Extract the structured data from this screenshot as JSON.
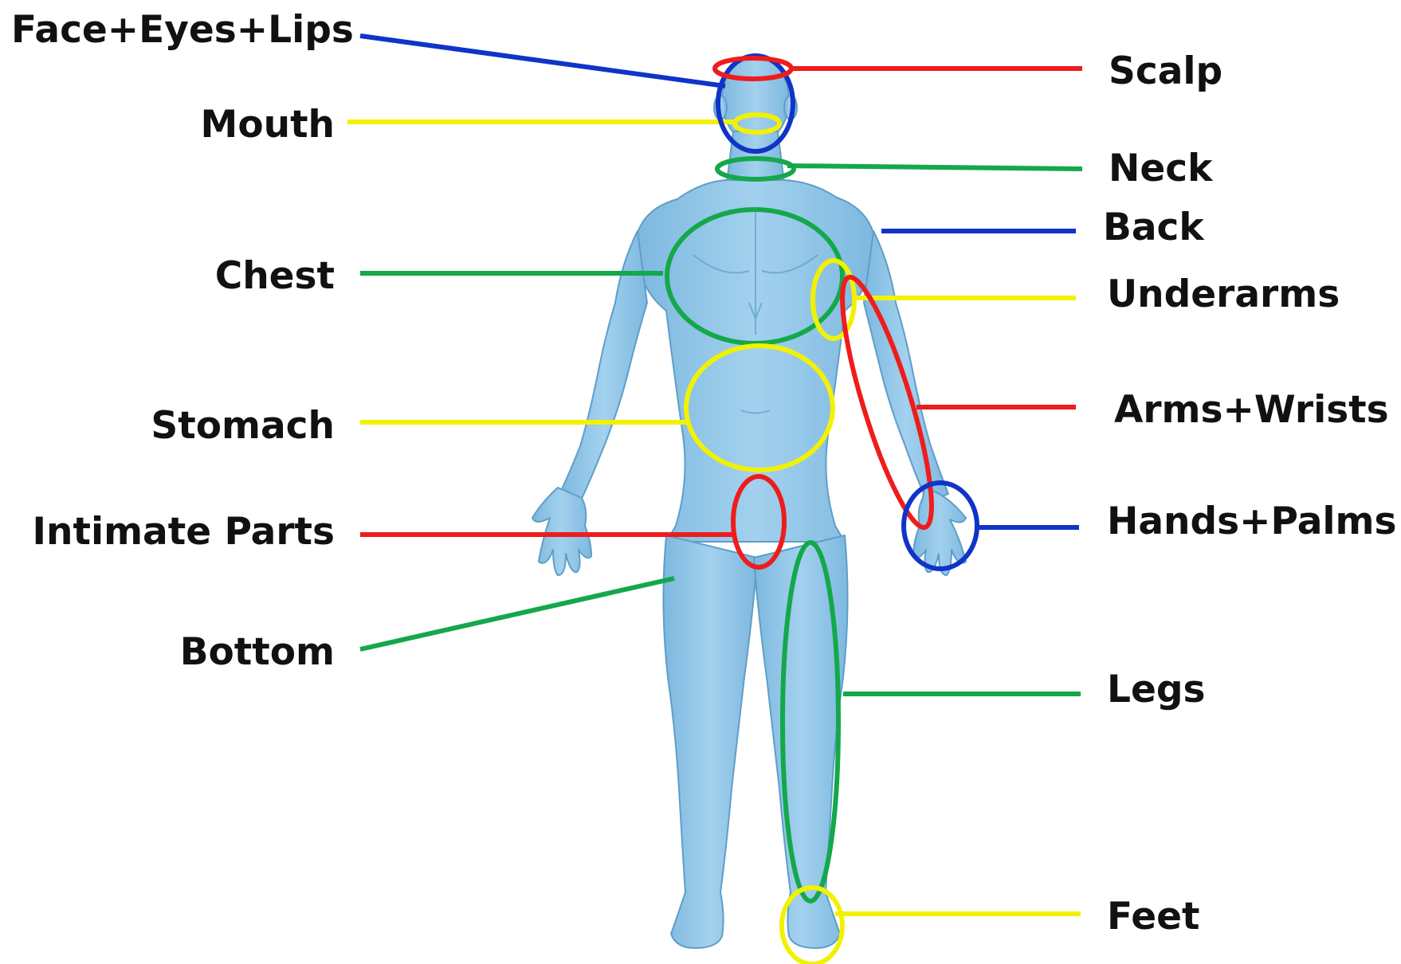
{
  "colors": {
    "blue": "#1034c8",
    "red": "#ee1c1c",
    "green": "#14a84a",
    "yellow": "#f2f200",
    "skin": "#8fc6e6",
    "skin_dark": "#5f9ec8"
  },
  "figure": {
    "name": "human-body-front"
  },
  "labels": {
    "face_eyes_lips": "Face+Eyes+Lips",
    "mouth": "Mouth",
    "chest": "Chest",
    "stomach": "Stomach",
    "intimate_parts": "Intimate Parts",
    "bottom": "Bottom",
    "scalp": "Scalp",
    "neck": "Neck",
    "back": "Back",
    "underarms": "Underarms",
    "arms_wrists": "Arms+Wrists",
    "hands_palms": "Hands+Palms",
    "legs": "Legs",
    "feet": "Feet"
  }
}
